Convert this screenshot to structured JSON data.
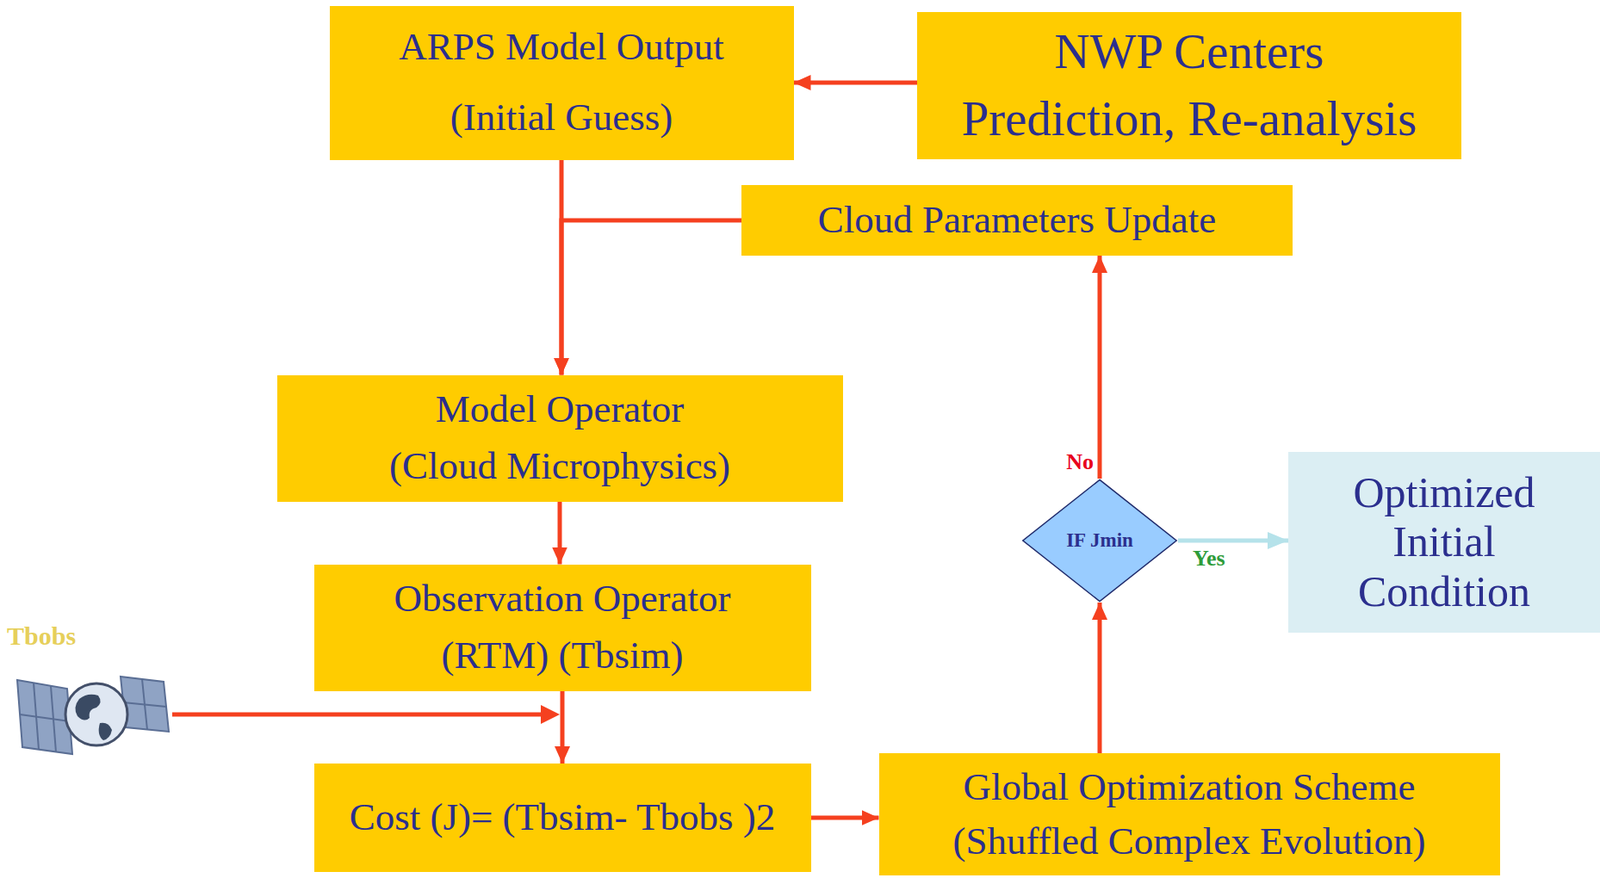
{
  "diagram": {
    "nodes": [
      {
        "text": [
          "ARPS Model Output",
          "(Initial Guess)"
        ]
      },
      {
        "text": [
          "NWP  Centers",
          "Prediction, Re-analysis"
        ]
      },
      {
        "text": [
          "Cloud Parameters Update"
        ]
      },
      {
        "text": [
          "Model Operator",
          "(Cloud Microphysics)"
        ]
      },
      {
        "text": [
          "Observation Operator",
          "(RTM) (Tbsim)"
        ]
      },
      {
        "text": [
          "Cost (J)= (Tbsim- Tbobs )2"
        ]
      },
      {
        "text": [
          "Global Optimization Scheme",
          "(Shuffled Complex Evolution)"
        ]
      },
      {
        "text": [
          "IF Jmin"
        ]
      },
      {
        "text": [
          "Optimized Initial Condition"
        ]
      }
    ],
    "edges": [
      {
        "from": 1,
        "to": 0,
        "arrow": "to"
      },
      {
        "from": 0,
        "to": 3,
        "arrow": "to"
      },
      {
        "from": 2,
        "to": 3,
        "arrow": "to"
      },
      {
        "from": 3,
        "to": 4,
        "arrow": "to"
      },
      {
        "from": 4,
        "to": 5,
        "arrow": "to"
      },
      {
        "from": 5,
        "to": 6,
        "arrow": "to"
      },
      {
        "from": 6,
        "to": 7,
        "arrow": "to"
      },
      {
        "from": 7,
        "to": 2,
        "label": "No",
        "arrow": "to"
      },
      {
        "from": 7,
        "to": 8,
        "label": "Yes",
        "arrow": "to"
      }
    ],
    "labels": [
      "Tbobs"
    ]
  }
}
